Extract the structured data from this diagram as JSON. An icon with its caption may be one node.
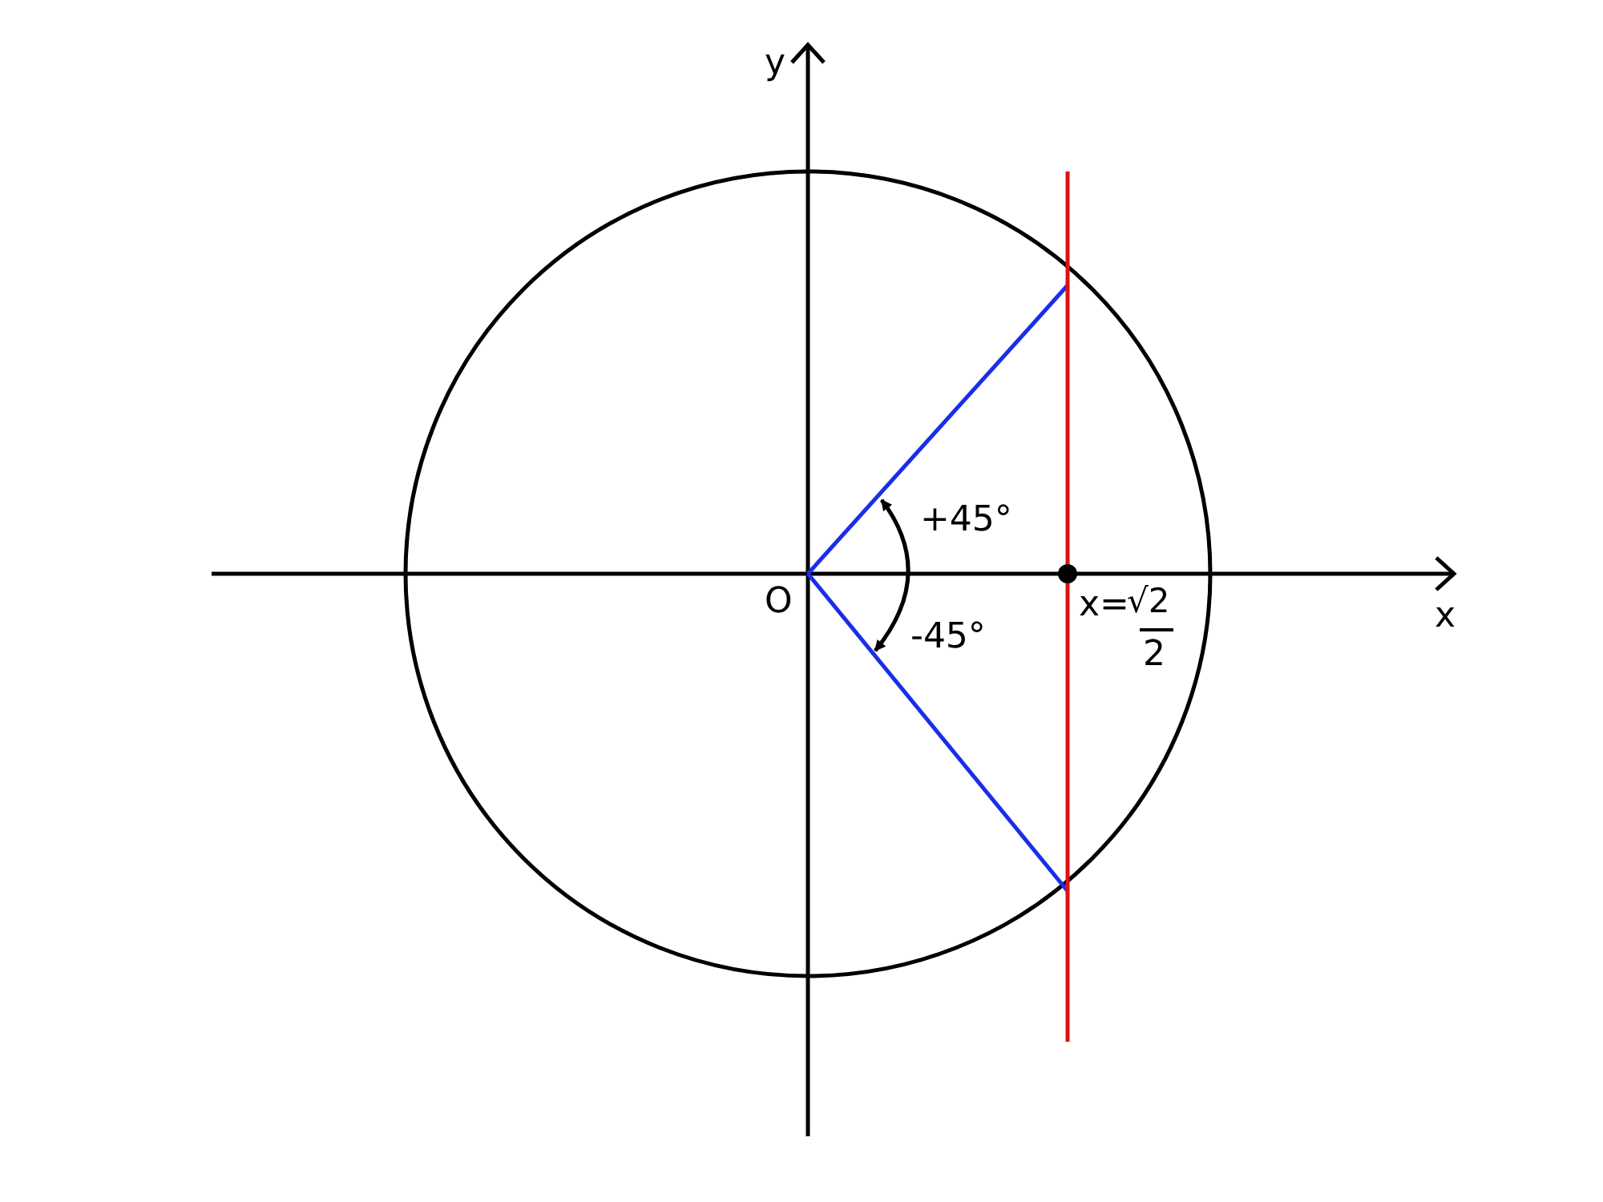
{
  "diagram": {
    "labels": [
      "y",
      "+45°",
      "O",
      "x",
      "x=",
      "√2",
      "2",
      "-45°"
    ]
  }
}
